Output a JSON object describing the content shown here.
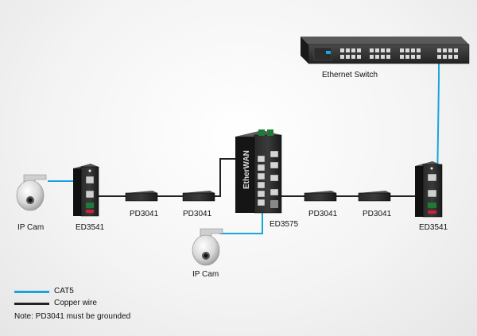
{
  "labels": {
    "ethernet_switch": "Ethernet Switch",
    "ip_cam_left": "IP Cam",
    "ip_cam_center": "IP Cam",
    "ed3541_left": "ED3541",
    "ed3541_right": "ED3541",
    "ed3575": "ED3575",
    "pd3041_1": "PD3041",
    "pd3041_2": "PD3041",
    "pd3041_3": "PD3041",
    "pd3041_4": "PD3041",
    "brand": "EtherWAN"
  },
  "legend": {
    "cat5": {
      "label": "CAT5",
      "color": "#1aa3de"
    },
    "copper": {
      "label": "Copper wire",
      "color": "#222222"
    }
  },
  "note": "Note: PD3041 must be grounded"
}
